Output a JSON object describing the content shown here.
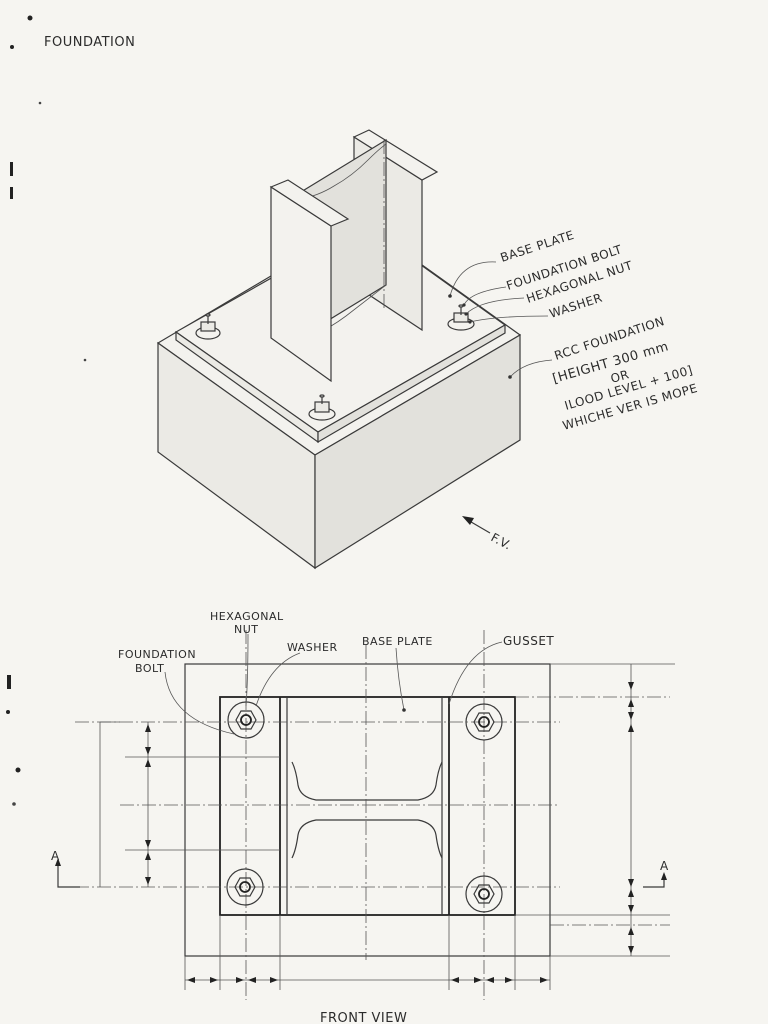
{
  "sheet": {
    "title": "FOUNDATION",
    "paper_color": "#f6f5f1",
    "ink_color": "#2b2b2b"
  },
  "isometric_view": {
    "labels": {
      "base_plate": "BASE PLATE",
      "foundation_bolt": "FOUNDATION BOLT",
      "hexagonal_nut": "HEXAGONAL NUT",
      "washer": "WASHER",
      "rcc_line1": "RCC FOUNDATION",
      "rcc_line2": "[HEIGHT 300 mm",
      "rcc_line3": "OR",
      "rcc_line4": "ILOOD LEVEL + 100]",
      "rcc_line5": "WHICHE VER IS MOPE"
    },
    "view_direction": "F.V."
  },
  "front_view": {
    "labels": {
      "hexagonal_nut_line1": "HEXAGONAL",
      "hexagonal_nut_line2": "NUT",
      "foundation_bolt_line1": "FOUNDATION",
      "foundation_bolt_line2": "BOLT",
      "washer": "WASHER",
      "base_plate": "BASE PLATE",
      "gusset": "GUSSET",
      "section_left": "A",
      "section_right": "A",
      "caption": "FRONT VIEW"
    }
  }
}
